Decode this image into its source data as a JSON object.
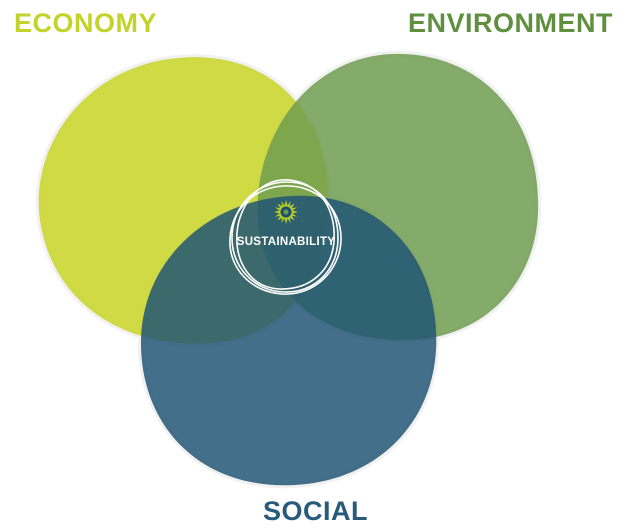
{
  "diagram": {
    "circles": [
      {
        "id": "economy",
        "label": "ECONOMY",
        "color": "#c9d52b",
        "label_color": "#c4d32b"
      },
      {
        "id": "environment",
        "label": "ENVIRONMENT",
        "color": "#6f9c4f",
        "label_color": "#5f8f3f"
      },
      {
        "id": "social",
        "label": "SOCIAL",
        "color": "#1f5473",
        "label_color": "#285a7b"
      }
    ],
    "center": {
      "label": "SUSTAINABILITY",
      "icon": "sunburst-icon",
      "text_color": "#ffffff"
    }
  }
}
